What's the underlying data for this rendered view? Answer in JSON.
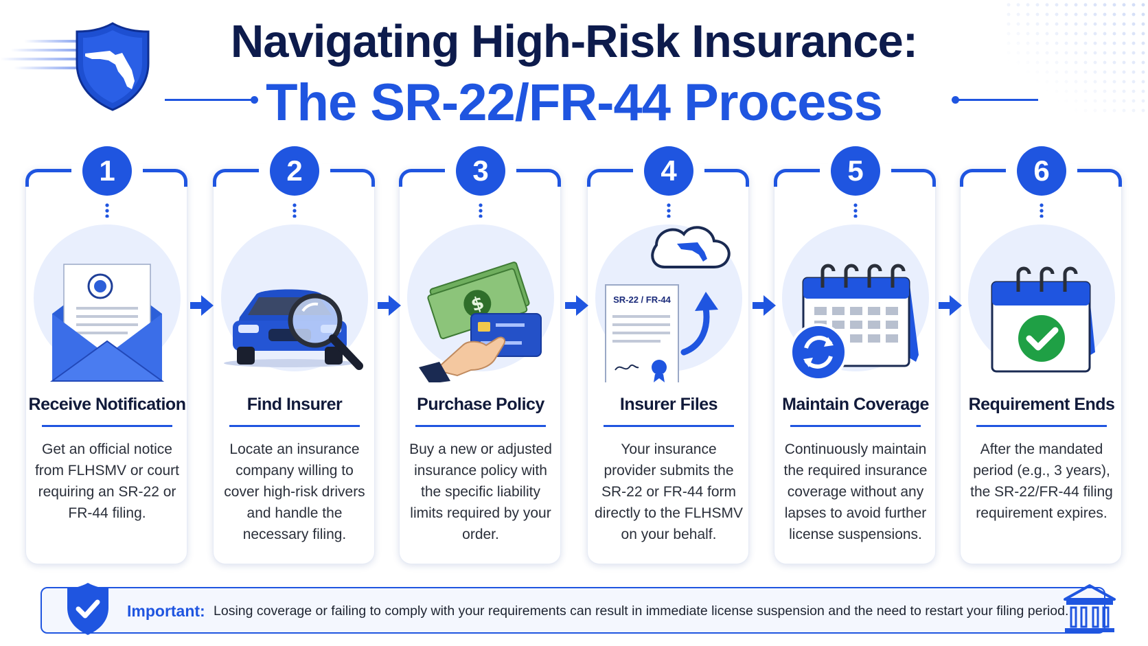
{
  "title": {
    "line1": "Navigating High-Risk Insurance:",
    "line2": "The SR-22/FR-44 Process"
  },
  "steps": [
    {
      "number": "1",
      "title": "Receive Notification",
      "description": "Get an official notice from FLHSMV or court requiring an SR-22 or FR-44 filing.",
      "icon": "envelope-notice-icon"
    },
    {
      "number": "2",
      "title": "Find Insurer",
      "description": "Locate an insurance company willing to cover high-risk drivers and handle the necessary filing.",
      "icon": "car-magnifier-icon"
    },
    {
      "number": "3",
      "title": "Purchase Policy",
      "description": "Buy a new or adjusted insurance policy with the specific liability limits required by your order.",
      "icon": "money-card-icon"
    },
    {
      "number": "4",
      "title": "Insurer Files",
      "description": "Your insurance provider submits the SR-22 or FR-44 form directly to the FLHSMV on your behalf.",
      "icon": "document-upload-cloud-icon",
      "form_label": "SR-22 / FR-44"
    },
    {
      "number": "5",
      "title": "Maintain Coverage",
      "description": "Continuously maintain the required insurance coverage without any lapses to avoid further license suspensions.",
      "icon": "calendar-renew-icon"
    },
    {
      "number": "6",
      "title": "Requirement Ends",
      "description": "After the mandated period (e.g., 3 years), the SR-22/FR-44 filing requirement expires.",
      "icon": "calendar-check-icon"
    }
  ],
  "important": {
    "label": "Important:",
    "text": "Losing coverage or failing to comply with your requirements can result in immediate license suspension and the need to restart your filing period."
  },
  "colors": {
    "accent": "#1f55e0",
    "navy": "#0d1b4c",
    "icon_bg": "#e9effd",
    "success": "#1fa045"
  }
}
